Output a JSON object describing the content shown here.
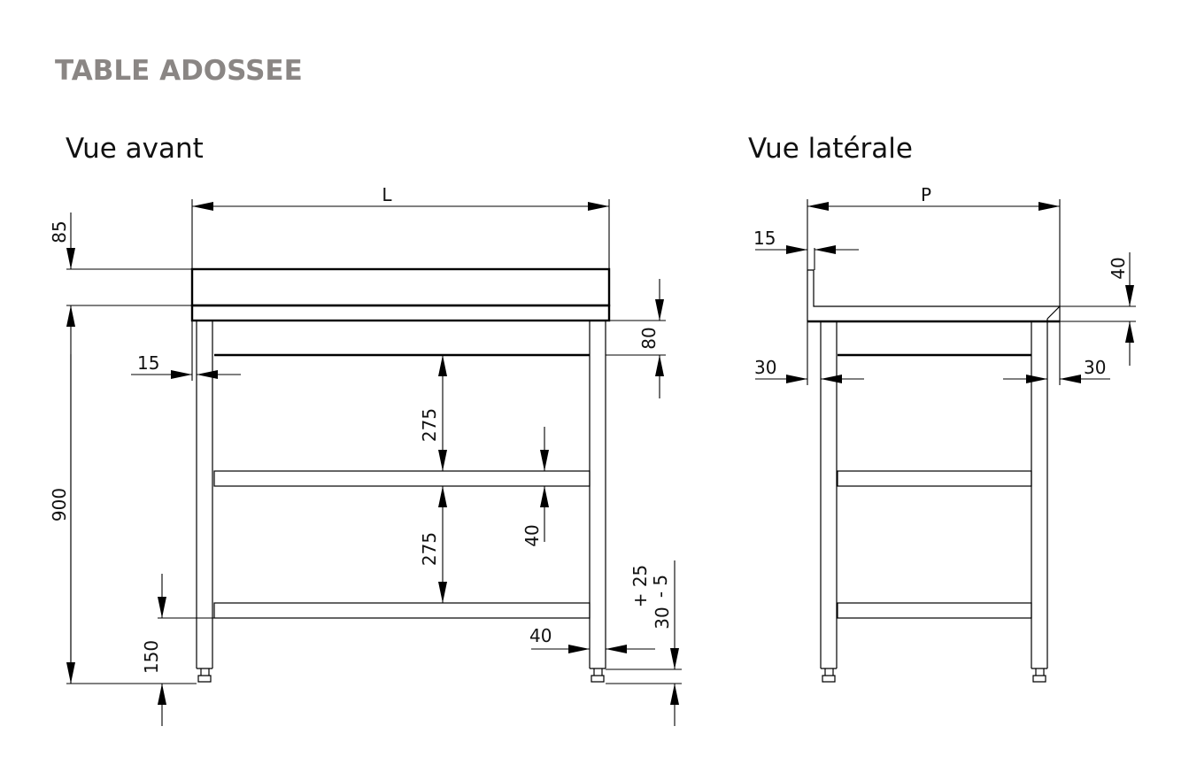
{
  "title": "TABLE ADOSSEE",
  "front_view": {
    "title": "Vue avant",
    "dims": {
      "length": "L",
      "backsplash_height": "85",
      "total_height": "900",
      "leg_offset": "15",
      "apron_height": "80",
      "upper_spacing": "275",
      "shelf_thickness": "40",
      "lower_spacing": "275",
      "leg_width": "40",
      "bottom_shelf_height": "150",
      "foot_height": "30",
      "foot_tol_plus": "+ 25",
      "foot_tol_minus": "- 5"
    }
  },
  "side_view": {
    "title": "Vue latérale",
    "dims": {
      "depth": "P",
      "backsplash_thickness": "15",
      "top_thickness": "40",
      "rear_leg_offset": "30",
      "front_leg_offset": "30"
    }
  }
}
